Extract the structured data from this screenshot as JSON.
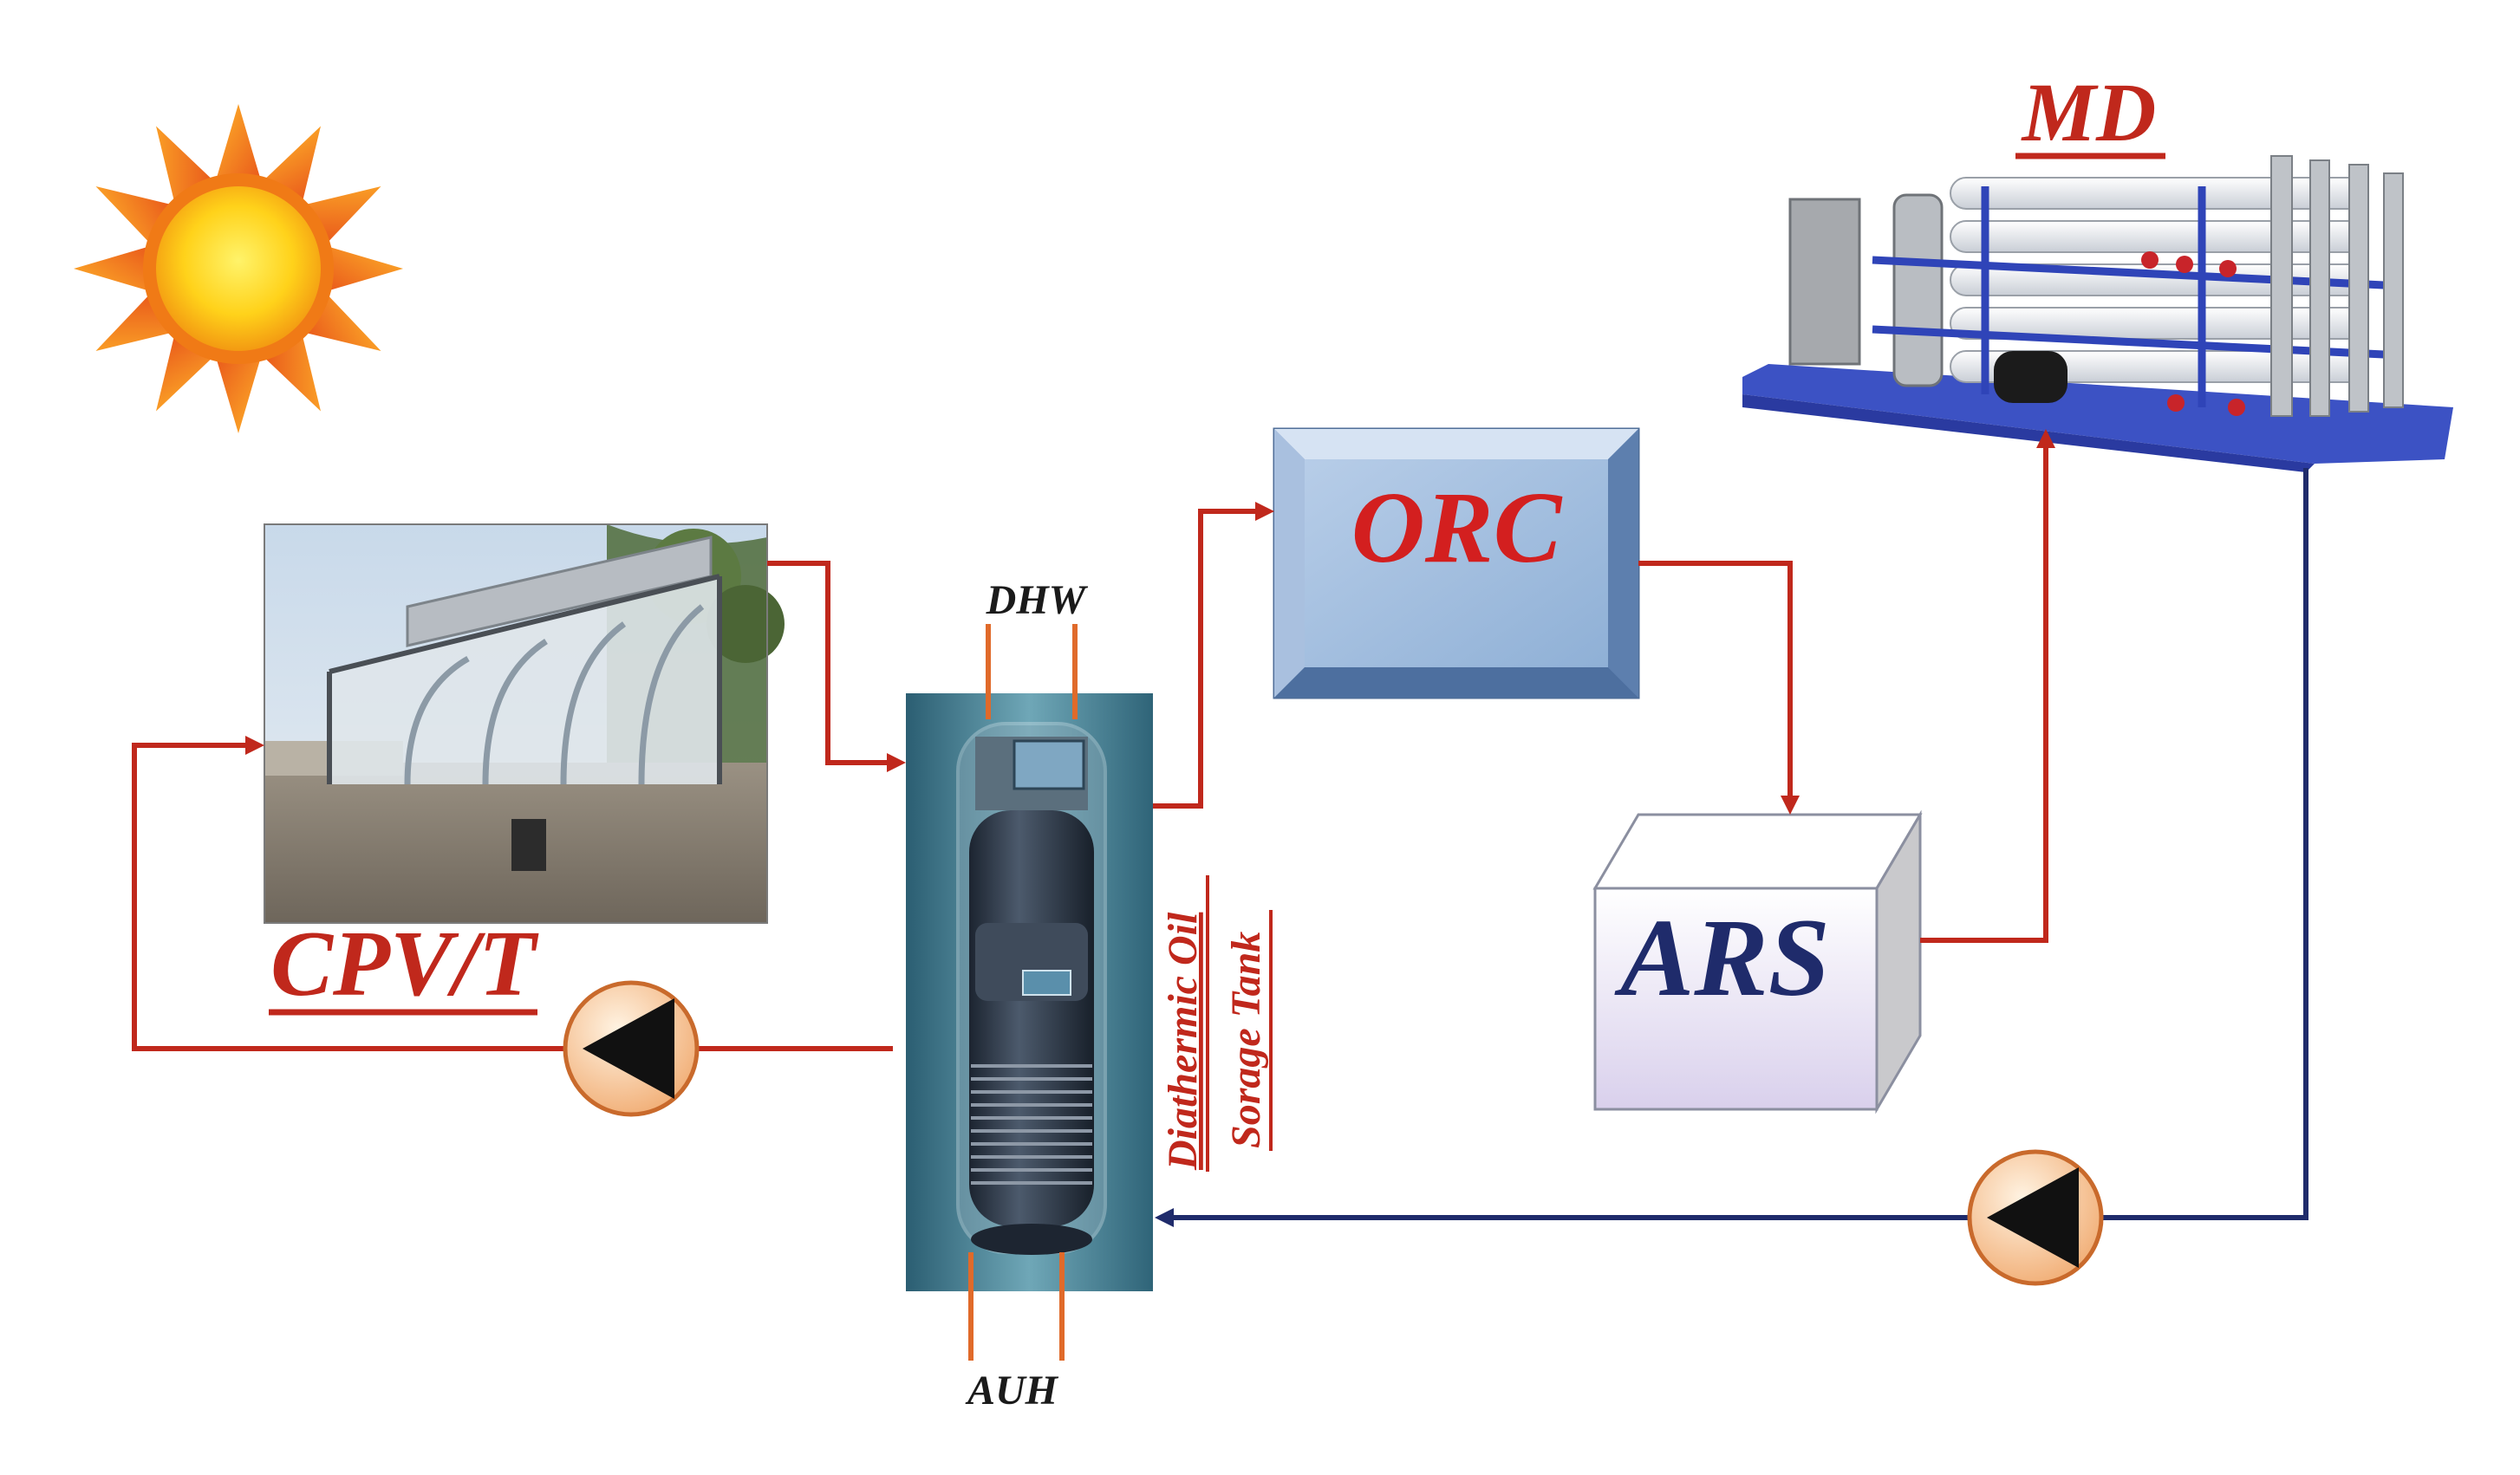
{
  "labels": {
    "md": "MD",
    "orc": "ORC",
    "ars": "ARS",
    "cpvt": "CPV/T",
    "dhw": "DHW",
    "auh": "AUH",
    "tank_line1": "Diathermic Oil",
    "tank_line2": "Sorage Tank"
  },
  "colors": {
    "hot_loop": "#c0281c",
    "cold_loop": "#1f2b6b",
    "aux_pipe": "#e06a2a",
    "orc_text": "#d31f1f",
    "ars_text": "#1f2b6b",
    "label_text": "#1a1a1a",
    "cpvt_text": "#c0281c"
  }
}
